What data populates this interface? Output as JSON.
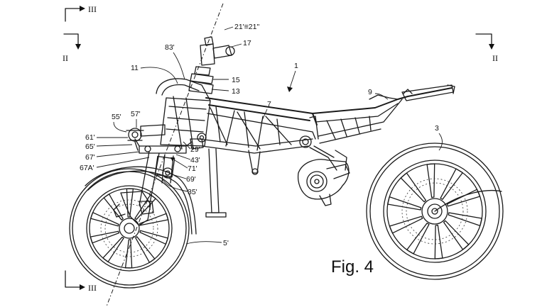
{
  "figure": {
    "caption": "Fig. 4",
    "section_marks": {
      "top_left_iii": "III",
      "top_left_ii": "II",
      "top_right_ii": "II",
      "bottom_left_iii": "III"
    },
    "labels": {
      "l1": "1",
      "l3": "3",
      "l5p": "5'",
      "l7": "7",
      "l9": "9",
      "l11": "11",
      "l13": "13",
      "l15": "15",
      "l17": "17",
      "l21": "21'≡21\"",
      "l29p": "29'",
      "l35p": "35'",
      "l43p": "43'",
      "l55p": "55'",
      "l57p": "57'",
      "l61p": "61'",
      "l65p": "65'",
      "l67p": "67'",
      "l67ap": "67A'",
      "l69p": "69'",
      "l71p": "71'",
      "l83p": "83'"
    }
  }
}
